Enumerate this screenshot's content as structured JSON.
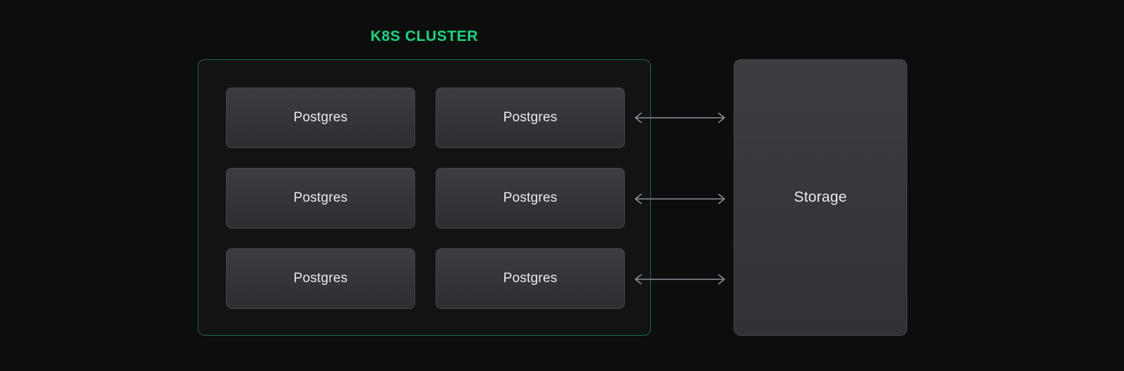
{
  "diagram": {
    "background_color": "#0c0d0d",
    "cluster": {
      "title": "K8S CLUSTER",
      "title_color": "#10d982",
      "border_color": "#1d6b4a",
      "fill_color": "#111314",
      "nodes": [
        {
          "label": "Postgres"
        },
        {
          "label": "Postgres"
        },
        {
          "label": "Postgres"
        },
        {
          "label": "Postgres"
        },
        {
          "label": "Postgres"
        },
        {
          "label": "Postgres"
        }
      ]
    },
    "connectors": [
      {
        "name": "storage-link-1",
        "style": "double-headed-arrow",
        "color": "#8a9097"
      },
      {
        "name": "storage-link-2",
        "style": "double-headed-arrow",
        "color": "#8a9097"
      },
      {
        "name": "storage-link-3",
        "style": "double-headed-arrow",
        "color": "#8a9097"
      }
    ],
    "storage": {
      "label": "Storage",
      "fill_color": "#36383c",
      "border_color": "#44464a"
    }
  }
}
